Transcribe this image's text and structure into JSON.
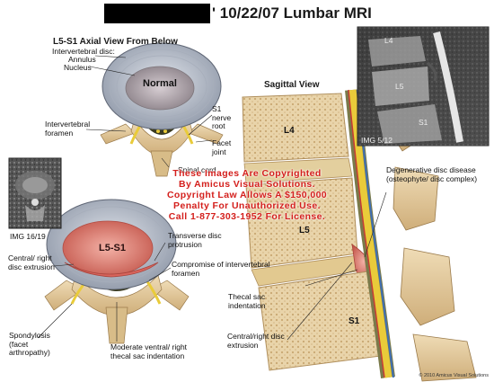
{
  "header": {
    "title": "' 10/22/07 Lumbar MRI",
    "redaction_color": "#000000"
  },
  "axial_view": {
    "heading": "L5-S1 Axial View From Below",
    "labels": {
      "disc": "Intervertebral disc:",
      "annulus": "Annulus",
      "nucleus": "Nucleus",
      "normal": "Normal",
      "foramen": "Intervertebral foramen",
      "s1_root": "S1 nerve root",
      "facet": "Facet joint",
      "spinal_cord": "Spinal cord",
      "img": "IMG 16/19",
      "l5s1": "L5-S1",
      "transverse": "Transverse disc protrusion",
      "central_extrusion": "Central/ right disc extrusion",
      "compromise": "Compromise of intervertebral foramen",
      "spondylosis": "Spondylosis (facet arthropathy)",
      "moderate": "Moderate ventral/ right thecal sac indentation"
    }
  },
  "sagittal_view": {
    "heading": "Sagittal View",
    "labels": {
      "l4": "L4",
      "l5": "L5",
      "s1": "S1",
      "degenerative": "Degenerative disc disease (osteophyte/ disc complex)",
      "thecal": "Thecal sac indentation",
      "central_right": "Central/right disc extrusion"
    }
  },
  "mri_sagittal": {
    "img": "IMG 5/12",
    "l4": "L4",
    "l5": "L5",
    "s1": "S1"
  },
  "watermark": {
    "line1": "These Images Are Copyrighted",
    "line2": "By Amicus Visual Solutions.",
    "line3": "Copyright Law Allows A $150,000",
    "line4": "Penalty For Unauthorized Use.",
    "line5": "Call 1-877-303-1952 For License.",
    "color": "#d4201d"
  },
  "footer": {
    "copyright": "© 2010 Amicus Visual Solutions"
  },
  "colors": {
    "bone": "#e6cfa4",
    "disc_annulus": "#c9ced6",
    "nucleus": "#b9aeb4",
    "nerve": "#e9cb3a",
    "herniation": "#e06a60",
    "cord": "#7a7a4a"
  }
}
